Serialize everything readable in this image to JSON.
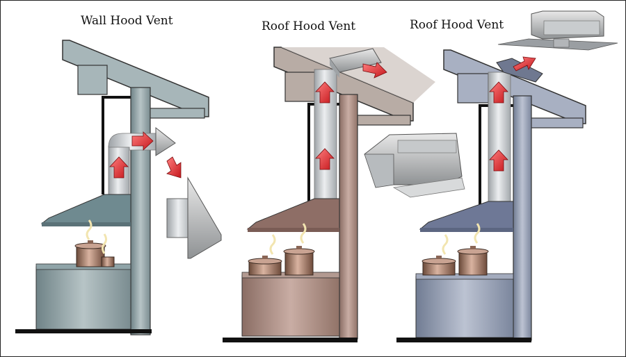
{
  "titles": {
    "wall": "Wall Hood Vent",
    "roof_a": "Roof Hood Vent",
    "roof_b": "Roof Hood Vent"
  },
  "panels": [
    {
      "id": "wall",
      "theme": "teal-gray",
      "tone": "#8a9a9e"
    },
    {
      "id": "roof_a",
      "theme": "copper",
      "tone": "#a68a80"
    },
    {
      "id": "roof_b",
      "theme": "slate-blue",
      "tone": "#8e98ad"
    }
  ],
  "colors": {
    "arrow": "#e3262a",
    "outline": "#111111",
    "duct": "#c9c9c9"
  },
  "icons": [
    "wall-cap-icon",
    "roof-cap-icon",
    "cooking-pot-icon",
    "steam-icon",
    "airflow-arrow-icon"
  ]
}
